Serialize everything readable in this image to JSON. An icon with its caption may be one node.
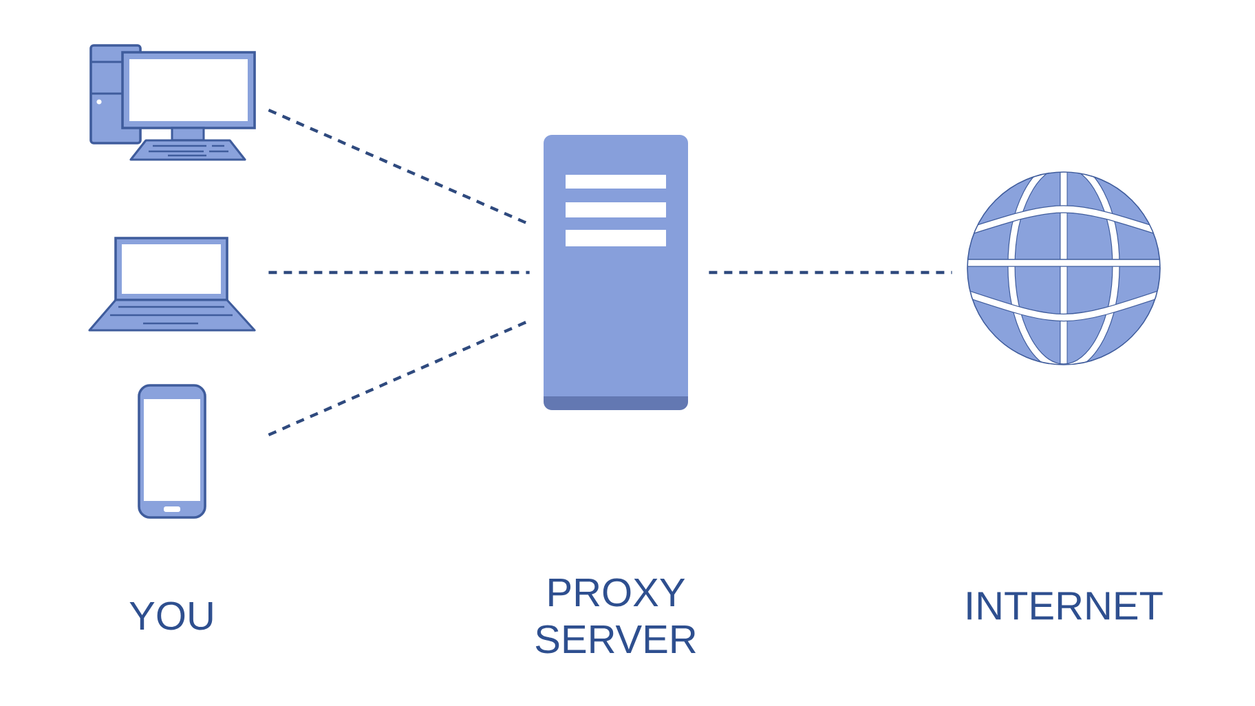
{
  "diagram": {
    "nodes": [
      {
        "text": [],
        "shape": "picture"
      },
      {
        "text": [],
        "shape": "picture"
      },
      {
        "text": [],
        "shape": "picture"
      },
      {
        "text": [],
        "shape": "picture"
      },
      {
        "text": [],
        "shape": "picture"
      }
    ],
    "edges": [
      {
        "from": 0,
        "to": 3,
        "arrow": "none",
        "style": "dashed"
      },
      {
        "from": 1,
        "to": 3,
        "arrow": "none",
        "style": "dashed"
      },
      {
        "from": 2,
        "to": 3,
        "arrow": "none",
        "style": "dashed"
      },
      {
        "from": 3,
        "to": 4,
        "arrow": "none",
        "style": "dashed"
      }
    ],
    "labels": [
      "YOU",
      "PROXY SERVER",
      "INTERNET"
    ]
  }
}
